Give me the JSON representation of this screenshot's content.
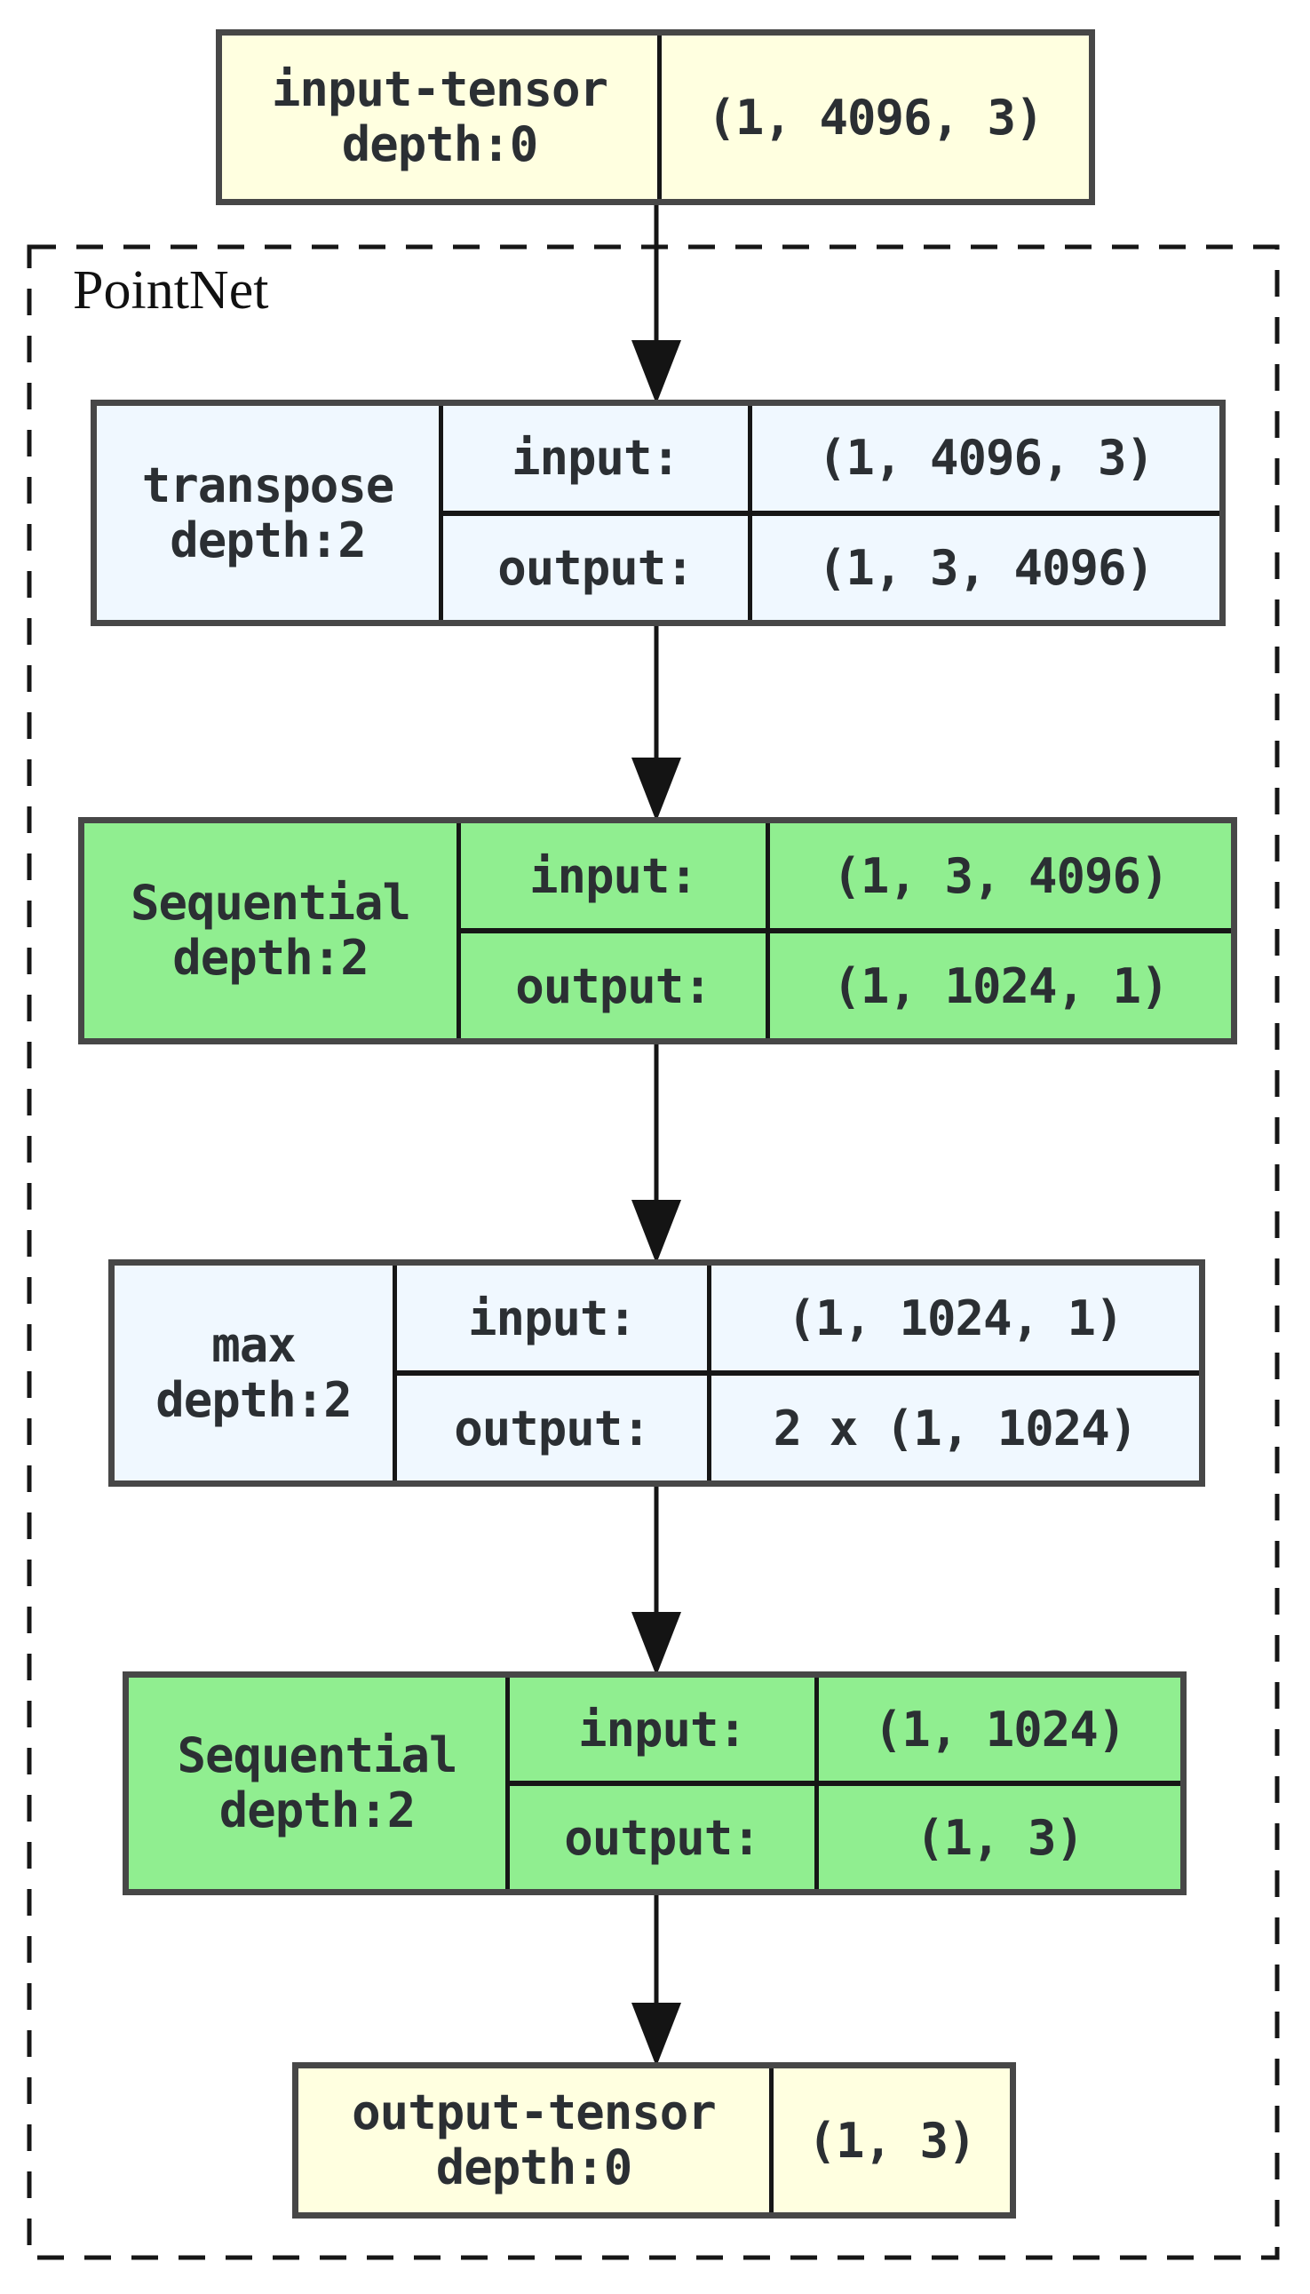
{
  "diagram": {
    "cluster": {
      "label": "PointNet"
    },
    "colors": {
      "tensor_fill": "#FFFFE0",
      "function_fill": "#F0F8FF",
      "module_fill": "#90EE90",
      "node_border": "#474747",
      "cell_divider": "#161616",
      "edge": "#141414",
      "background": "#ffffff"
    },
    "nodes": {
      "input_tensor": {
        "name": "input-tensor",
        "depth": "depth:0",
        "shape": "(1, 4096, 3)"
      },
      "transpose": {
        "name": "transpose",
        "depth": "depth:2",
        "rows": [
          {
            "label": "input:",
            "shape": "(1, 4096, 3)"
          },
          {
            "label": "output:",
            "shape": "(1, 3, 4096)"
          }
        ]
      },
      "sequential_1": {
        "name": "Sequential",
        "depth": "depth:2",
        "rows": [
          {
            "label": "input:",
            "shape": "(1, 3, 4096)"
          },
          {
            "label": "output:",
            "shape": "(1, 1024, 1)"
          }
        ]
      },
      "max": {
        "name": "max",
        "depth": "depth:2",
        "rows": [
          {
            "label": "input:",
            "shape": "(1, 1024, 1)"
          },
          {
            "label": "output:",
            "shape": "2 x (1, 1024)"
          }
        ]
      },
      "sequential_2": {
        "name": "Sequential",
        "depth": "depth:2",
        "rows": [
          {
            "label": "input:",
            "shape": "(1, 1024)"
          },
          {
            "label": "output:",
            "shape": "(1, 3)"
          }
        ]
      },
      "output_tensor": {
        "name": "output-tensor",
        "depth": "depth:0",
        "shape": "(1, 3)"
      }
    }
  }
}
